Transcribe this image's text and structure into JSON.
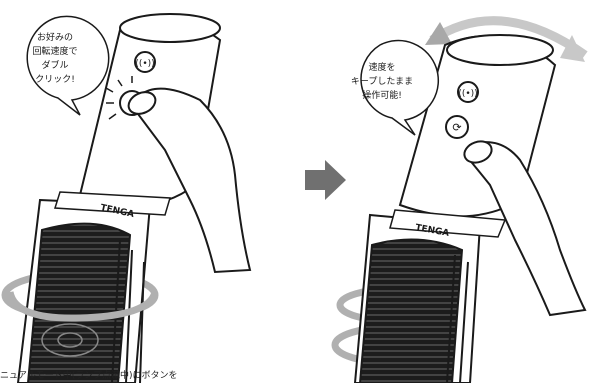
{
  "left_panel": {
    "bubble_lines": [
      "お好みの",
      "回転速度で",
      "ダブル",
      "クリック!"
    ],
    "brand_logo": "TENGA"
  },
  "arrow": {
    "color": "#707070"
  },
  "right_panel": {
    "bubble_lines": [
      "速度を",
      "キープしたまま",
      "操作可能!"
    ],
    "brand_logo": "TENGA"
  },
  "caption": "ニュアルモード中(ランプ点滅中)にボタンを",
  "colors": {
    "outline": "#1a1a1a",
    "rotation_ring": "#b0b0b0",
    "rotation_arrow": "#a8a8a8",
    "sleeve_dark": "#1c1c1c"
  }
}
